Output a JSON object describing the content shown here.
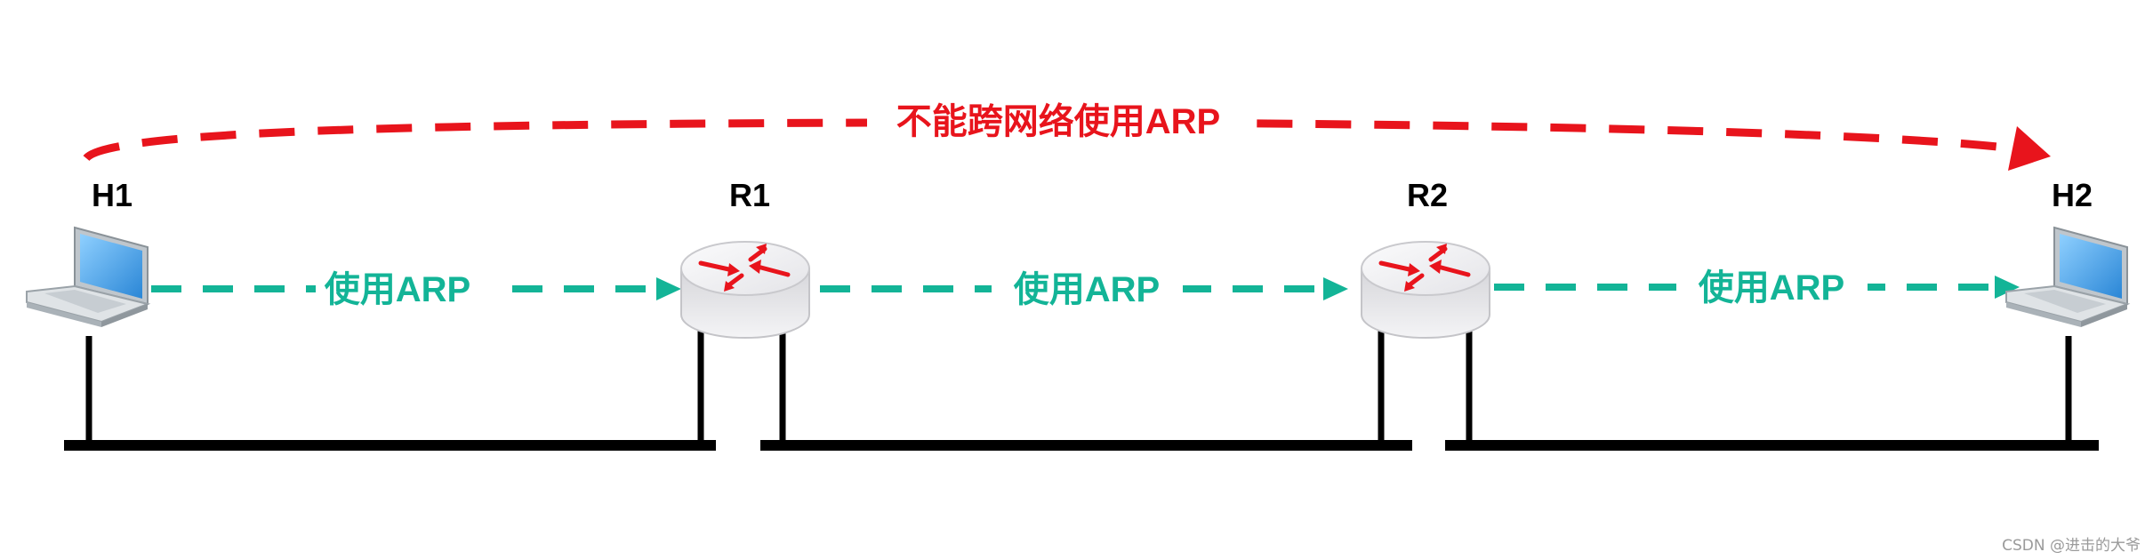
{
  "title": "不能跨网络使用ARP",
  "nodes": {
    "h1": {
      "label": "H1",
      "icon": "laptop-icon"
    },
    "r1": {
      "label": "R1",
      "icon": "router-icon"
    },
    "r2": {
      "label": "R2",
      "icon": "router-icon"
    },
    "h2": {
      "label": "H2",
      "icon": "laptop-icon"
    }
  },
  "links": [
    {
      "label": "使用ARP"
    },
    {
      "label": "使用ARP"
    },
    {
      "label": "使用ARP"
    }
  ],
  "watermark": "CSDN @进击的大爷",
  "colors": {
    "title": "#e8141c",
    "link": "#13b497",
    "bus": "#000000",
    "laptop_screen": "#4fa8e8",
    "router_body": "#e6e6e6",
    "router_arrows": "#e8141c"
  }
}
